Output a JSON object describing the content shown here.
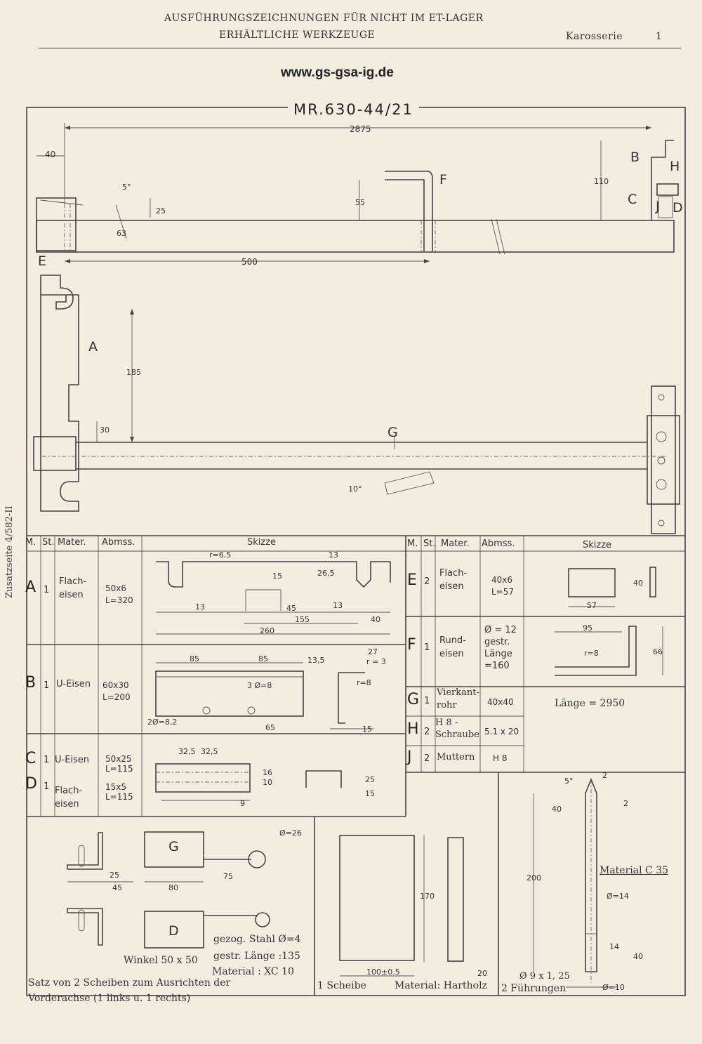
{
  "header": {
    "line1": "AUSFÜHRUNGSZEICHNUNGEN FÜR NICHT IM ET-LAGER",
    "line2": "ERHÄLTLICHE WERKZEUGE",
    "section": "Karosserie",
    "page": "1"
  },
  "url": "www.gs-gsa-ig.de",
  "drawing_title": "MR.630-44/21",
  "side_note": "Zusatzseite 4/582-II",
  "top_dims": {
    "len": "2875",
    "d40": "40",
    "d5": "5°",
    "d25": "25",
    "d63": "63",
    "d55": "55",
    "d110": "110",
    "d500": "500"
  },
  "top_letters": {
    "b": "B",
    "h": "H",
    "c": "C",
    "j": "J",
    "d": "D",
    "e": "E",
    "f": "F"
  },
  "mid_dims": {
    "d185": "185",
    "d30": "30",
    "d10": "10°"
  },
  "mid_letters": {
    "a": "A",
    "g": "G"
  },
  "table_headers": {
    "m": "M.",
    "st": "St.",
    "mater": "Mater.",
    "abmss": "Abmss.",
    "skizze": "Skizze"
  },
  "parts_left": [
    {
      "m": "A",
      "st": "1",
      "mater": "Flach-\neisen",
      "abmss": "50x6\nL=320"
    },
    {
      "m": "B",
      "st": "1",
      "mater": "U-Eisen",
      "abmss": "60x30\nL=200"
    },
    {
      "m": "C",
      "st": "1",
      "mater": "U-Eisen",
      "abmss": "50x25\nL=115"
    },
    {
      "m": "D",
      "st": "1",
      "mater": "Flach-\neisen",
      "abmss": "15x5\nL=115"
    }
  ],
  "parts_right": [
    {
      "m": "E",
      "st": "2",
      "mater": "Flach-\neisen",
      "abmss": "40x6\nL=57"
    },
    {
      "m": "F",
      "st": "1",
      "mater": "Rund-\neisen",
      "abmss": "Ø = 12\ngestr.\nLänge\n=160"
    },
    {
      "m": "G",
      "st": "1",
      "mater": "Vierkant-\nrohr",
      "abmss": "40x40",
      "skizze": "Länge = 2950"
    },
    {
      "m": "H",
      "st": "2",
      "mater": "H 8 -\nSchraube",
      "abmss": "5.1 x 20"
    },
    {
      "m": "J",
      "st": "2",
      "mater": "Muttern",
      "abmss": "H 8"
    }
  ],
  "sk_a": {
    "r": "r=6,5",
    "d13a": "13",
    "d26": "26,5",
    "d15": "15",
    "d13b": "13",
    "d45": "45",
    "d13c": "13",
    "d155": "155",
    "d40": "40",
    "d260": "260"
  },
  "sk_b": {
    "d85a": "85",
    "d85b": "85",
    "d135": "13,5",
    "d27": "27",
    "r3": "r = 3",
    "r8": "r=8",
    "holes": "3 Ø=8",
    "holes2": "2Ø=8,2",
    "d65": "65",
    "d15": "15"
  },
  "sk_c": {
    "d325a": "32,5",
    "d325b": "32,5",
    "d16": "16",
    "d10": "10",
    "d9": "9",
    "d25": "25",
    "d15": "15"
  },
  "sk_e": {
    "d40": "40",
    "d57": "57"
  },
  "sk_f": {
    "d95": "95",
    "r8": "r=8",
    "d66": "66"
  },
  "bottom_left": {
    "d25": "25",
    "d45": "45",
    "g": "G",
    "d80": "80",
    "d75": "75",
    "d26": "Ø=26",
    "d": "D",
    "wire": "gezog. Stahl Ø=4",
    "len": "gestr. Länge :135",
    "mat": "Material : XC 10",
    "winkel": "Winkel 50 x 50",
    "satz1": "Satz von 2 Scheiben zum Ausrichten der",
    "satz2": "Vorderachse (1 links u. 1 rechts)"
  },
  "bottom_mid": {
    "d170": "170",
    "d100": "100±0.5",
    "d20": "20",
    "scheibe": "1 Scheibe",
    "mat": "Material: Hartholz"
  },
  "bottom_right": {
    "d5": "5°",
    "d2a": "2",
    "d2b": "2",
    "d40a": "40",
    "d200": "200",
    "mat": "Material C 35",
    "d14a": "Ø=14",
    "d14b": "14",
    "d40b": "40",
    "d9": "Ø 9 x 1, 25",
    "fuehr": "2 Führungen",
    "d10": "Ø=10"
  }
}
